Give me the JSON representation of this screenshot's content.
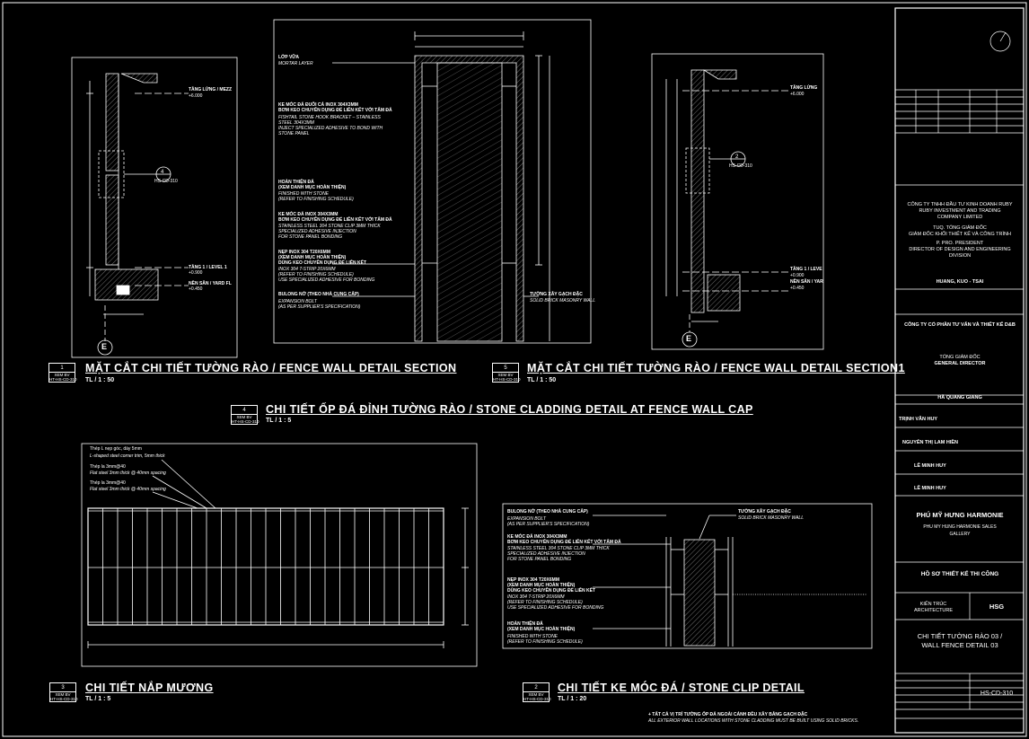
{
  "drawings": {
    "d1": {
      "num": "1",
      "ref": "XEM BV\nHT-HS-CD-310",
      "title": "MẶT CẮT CHI TIẾT TƯỜNG RÀO / FENCE WALL DETAIL SECTION",
      "scale": "TL / 1 : 50"
    },
    "d5": {
      "num": "5",
      "ref": "XEM BV\nHT-HS-CD-310",
      "title": "MẶT CẮT CHI TIẾT TƯỜNG RÀO / FENCE WALL DETAIL SECTION1",
      "scale": "TL / 1 : 50"
    },
    "d4": {
      "num": "4",
      "ref": "XEM BV\nHT-HS-CD-310",
      "title": "CHI TIẾT ỐP ĐÁ ĐỈNH TƯỜNG RÀO / STONE CLADDING DETAIL AT FENCE WALL CAP",
      "scale": "TL / 1 : 5"
    },
    "d3": {
      "num": "3",
      "ref": "XEM BV\nHT-HS-CD-310",
      "title": "CHI TIẾT NẮP MƯƠNG",
      "scale": "TL / 1 : 5"
    },
    "d2": {
      "num": "2",
      "ref": "XEM BV\nHT-HS-CD-310",
      "title": "CHI TIẾT KE MÓC ĐÁ / STONE CLIP DETAIL",
      "scale": "TL / 1 : 20"
    }
  },
  "sec1": {
    "lvl_top": "TẦNG LỬNG / MEZZ",
    "lvl_top_val": "+6.000",
    "lvl_1": "TẦNG 1 / LEVEL 1",
    "lvl_1_val": "+0.900",
    "yard": "NỀN SÂN / YARD FL",
    "yard_val": "+0.450",
    "bubble_num": "4",
    "bubble_ref": "HS-CD-310",
    "grid": "E"
  },
  "sec5": {
    "lvl_top": "TẦNG LỬNG",
    "lvl_top_val": "+6.000",
    "lvl_1": "TẦNG 1 / LEVE",
    "lvl_1_val": "+0.900",
    "yard": "NỀN SÂN / YAR",
    "yard_val": "+0.450",
    "bubble_num": "2",
    "bubble_ref": "HS-CD-310",
    "grid": "E"
  },
  "cap": {
    "n1_vi": "LỚP VỮA",
    "n1_en": "MORTAR LAYER",
    "n2_vi": "KE MÓC ĐÁ ĐUÔI CÁ INOX 304X3MM\nBƠM KEO CHUYÊN DỤNG ĐỂ LIÊN KẾT VỚI TẤM ĐÁ",
    "n2_en": "FISHTAIL STONE HOOK BRACKET – STAINLESS\nSTEEL 304X3MM\nINJECT SPECIALIZED ADHESIVE TO BOND WITH\nSTONE PANEL",
    "n3_vi": "HOÀN THIỆN ĐÁ\n(XEM DANH MỤC HOÀN THIỆN)",
    "n3_en": "FINISHED WITH STONE\n(REFER TO FINISHING SCHEDULE)",
    "n4_vi": "KE MÓC ĐÁ INOX 304X3MM\nBƠM KEO CHUYÊN DỤNG ĐỂ LIÊN KẾT VỚI TẤM ĐÁ",
    "n4_en": "STAINLESS STEEL 304 STONE CLIP 3MM THICK\nSPECIALIZED ADHESIVE INJECTION\nFOR STONE PANEL BONDING",
    "n5_vi": "NẸP INOX 304 T20X6MM\n(XEM DANH MỤC HOÀN THIỆN)\nDÙNG KEO CHUYÊN DỤNG ĐỂ LIÊN KẾT",
    "n5_en": "INOX 304 T-STRIP 20X6MM\n(REFER TO FINISHING SCHEDULE)\nUSE SPECIALIZED ADHESIVE FOR BONDING",
    "n6_vi": "BULONG NỞ (THEO NHÀ CUNG CẤP)",
    "n6_en": "EXPANSION BOLT\n(AS PER SUPPLIER'S SPECIFICATION)",
    "n7_vi": "TƯỜNG XÂY GẠCH ĐẶC",
    "n7_en": "SOLID BRICK MASONRY WALL"
  },
  "drain": {
    "n1_vi": "Thép L nẹp góc, dày 5mm",
    "n1_en": "L-shaped steel corner trim, 5mm thick",
    "n2_vi": "Thép la 3mm@40",
    "n2_en": "Flat steel 3mm thick @ 40mm spacing",
    "n3_vi": "Thép la 3mm@40",
    "n3_en": "Flat steel 3mm thick @ 40mm spacing"
  },
  "clip": {
    "n1_vi": "BULONG NỞ (THEO NHÀ CUNG CẤP)",
    "n1_en": "EXPANSION BOLT\n(AS PER SUPPLIER'S SPECIFICATION)",
    "n2_vi": "KE MÓC ĐÁ INOX 304X3MM\nBƠM KEO CHUYÊN DỤNG ĐỂ LIÊN KẾT VỚI TẤM ĐÁ",
    "n2_en": "STAINLESS STEEL 304 STONE CLIP 3MM THICK\nSPECIALIZED ADHESIVE INJECTION\nFOR STONE PANEL BONDING",
    "n3_vi": "NẸP INOX 304 T20X6MM\n(XEM DANH MỤC HOÀN THIỆN)\nDÙNG KEO CHUYÊN DỤNG ĐỂ LIÊN KẾT",
    "n3_en": "INOX 304 T-STRIP 20X6MM\n(REFER TO FINISHING SCHEDULE)\nUSE SPECIALIZED ADHESIVE FOR BONDING",
    "n4_vi": "HOÀN THIỆN ĐÁ\n(XEM DANH MỤC HOÀN THIỆN)",
    "n4_en": "FINISHED WITH STONE\n(REFER TO FINISHING SCHEDULE)",
    "n5_vi": "TƯỜNG XÂY GẠCH ĐẶC",
    "n5_en": "SOLID BRICK MASONRY WALL"
  },
  "footnote_vi": "+ TẤT CẢ VỊ TRÍ TƯỜNG ỐP ĐÁ NGOÀI CÁNH ĐỀU XÂY BẰNG GẠCH ĐẶC",
  "footnote_en": "ALL EXTERIOR WALL LOCATIONS WITH STONE CLADDING MUST BE BUILT USING SOLID BRICKS.",
  "titleblock": {
    "owner": "CÔNG TY TNHH ĐẦU TƯ KINH DOANH RUBY\nRUBY INVESTMENT AND TRADING\nCOMPANY LIMITED",
    "owner_role_vi": "TUQ. TỔNG GIÁM ĐỐC\nGIÁM ĐỐC KHỐI THIẾT KẾ VÀ CÔNG TRÌNH",
    "owner_role_en": "P. PRO. PRESIDENT\nDIRECTOR OF DESIGN AND ENGINEERING\nDIVISION",
    "owner_sign": "HUANG, KUO - TSAI",
    "consultant": "CÔNG TY CỔ PHẦN TƯ VẤN VÀ THIẾT KẾ D&B",
    "director_vi": "TỔNG GIÁM ĐỐC",
    "director_en": "GENERAL DIRECTOR",
    "director_name": "HÀ QUANG GIANG",
    "staff": [
      "TRỊNH VĂN HUY",
      "NGUYỄN THỊ LAM HIỀN",
      "LÊ MINH HUY",
      "LÊ MINH HUY"
    ],
    "project": "PHÚ MỸ HƯNG HARMONIE",
    "project_sub": "PHU MY HUNG HARMONIE SALES\nGALLERY",
    "stage": "HỒ SƠ THIẾT KẾ THI CÔNG",
    "discipline": "KIẾN TRÚC\nARCHITECTURE",
    "code": "HSG",
    "sheet_title": "CHI TIẾT TƯỜNG RÀO 03 /\nWALL FENCE DETAIL 03",
    "sheet_no": "HS-CD-310"
  }
}
